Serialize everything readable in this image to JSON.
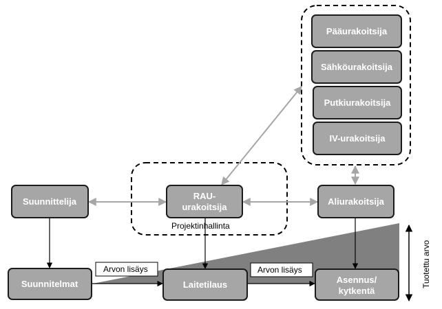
{
  "nodes": {
    "suunnittelija": "Suunnittelija",
    "rau_line1": "RAU-",
    "rau_line2": "urakoitsija",
    "aliurakoitsija": "Aliurakoitsija",
    "suunnitelmat": "Suunnitelmat",
    "laitetilaus": "Laitetilaus",
    "asennus_line1": "Asennus/",
    "asennus_line2": "kytkentä",
    "paaurakoitsija": "Pääurakoitsija",
    "sahkourakoitsija": "Sähköurakoitsija",
    "putkiurakoitsija": "Putkiurakoitsija",
    "iv_urakoitsija": "IV-urakoitsija"
  },
  "labels": {
    "projektinhallinta": "Projektinhallinta",
    "arvon_lisays_1": "Arvon lisäys",
    "arvon_lisays_2": "Arvon lisäys",
    "tuotettu_arvo": "Tuotettu arvo"
  },
  "colors": {
    "box_fill": "#a6a6a6",
    "wedge_fill": "#808080",
    "connector_gray": "#a6a6a6"
  }
}
